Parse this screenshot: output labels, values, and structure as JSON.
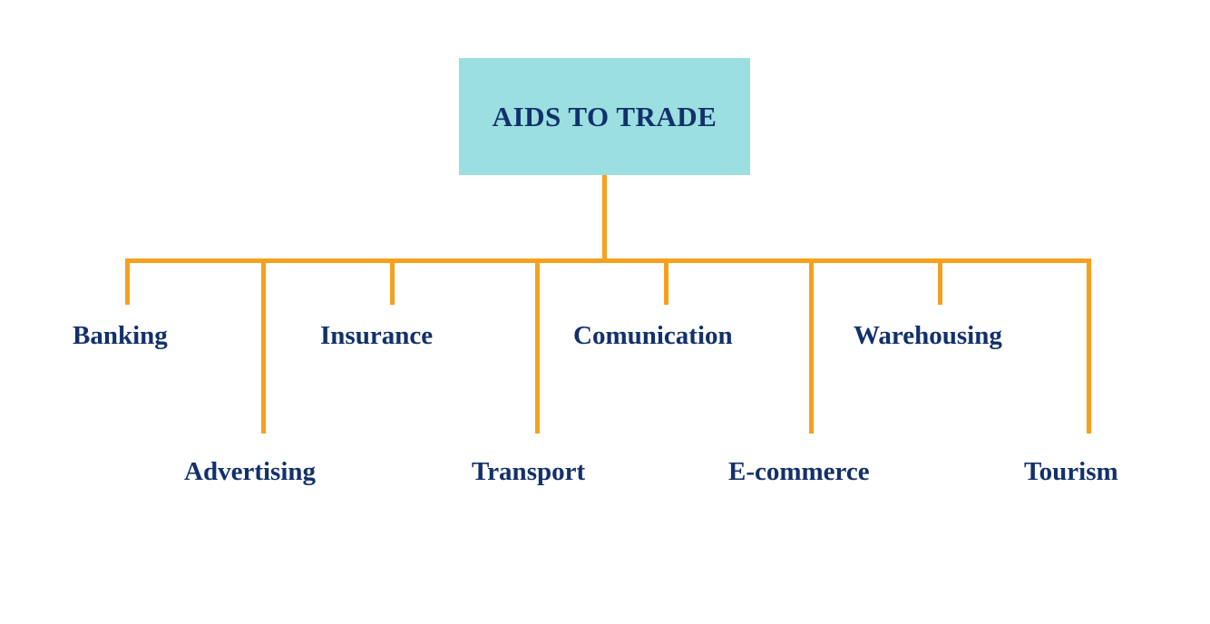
{
  "diagram": {
    "type": "organizational-tree",
    "background_color": "#ffffff",
    "root": {
      "label": "AIDS TO TRADE",
      "fill_color": "#9bdfe0",
      "text_color": "#12306b"
    },
    "connector_color": "#f5a11e",
    "label_text_color": "#12306b",
    "branches": [
      {
        "label": "Banking",
        "row": "upper",
        "connector": "short"
      },
      {
        "label": "Advertising",
        "row": "lower",
        "connector": "long"
      },
      {
        "label": "Insurance",
        "row": "upper",
        "connector": "short"
      },
      {
        "label": "Transport",
        "row": "lower",
        "connector": "long"
      },
      {
        "label": "Comunication",
        "row": "upper",
        "connector": "short"
      },
      {
        "label": "E-commerce",
        "row": "lower",
        "connector": "long"
      },
      {
        "label": "Warehousing",
        "row": "upper",
        "connector": "short"
      },
      {
        "label": "Tourism",
        "row": "lower",
        "connector": "long"
      }
    ]
  }
}
